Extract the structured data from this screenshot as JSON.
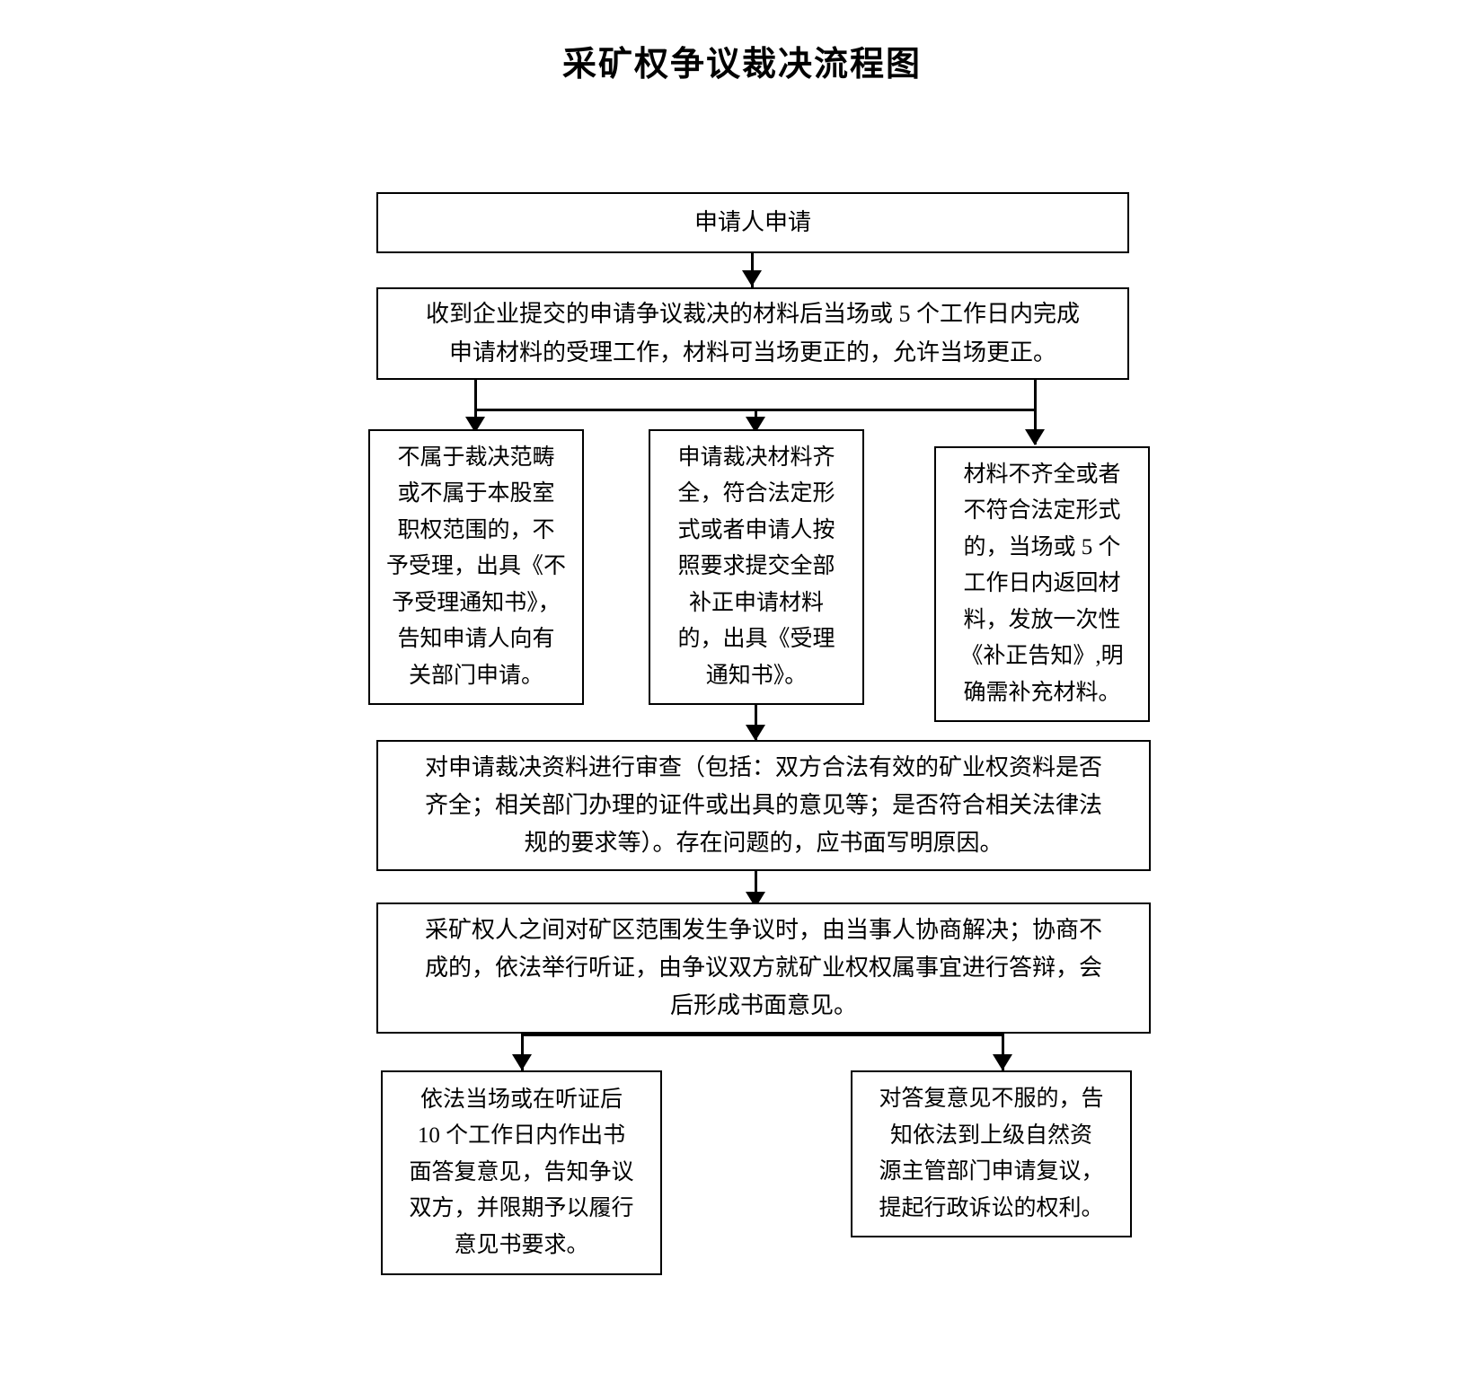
{
  "title": "采矿权争议裁决流程图",
  "nodes": {
    "applicant": "申请人申请",
    "accept": "收到企业提交的申请争议裁决的材料后当场或 5 个工作日内完成\n申请材料的受理工作，材料可当场更正的，允许当场更正。",
    "branch_reject": "不属于裁决范畴\n或不属于本股室\n职权范围的，不\n予受理，出具《不\n予受理通知书》，\n告知申请人向有\n关部门申请。",
    "branch_accept": "申请裁决材料齐\n全，符合法定形\n式或者申请人按\n照要求提交全部\n补正申请材料\n的，出具《受理\n通知书》。",
    "branch_supplement": "材料不齐全或者\n不符合法定形式\n的，当场或 5 个\n工作日内返回材\n料，发放一次性\n《补正告知》,明\n确需补充材料。",
    "review": "对申请裁决资料进行审查（包括：双方合法有效的矿业权资料是否\n齐全；相关部门办理的证件或出具的意见等；是否符合相关法律法\n规的要求等）。存在问题的，应书面写明原因。",
    "hearing": "采矿权人之间对矿区范围发生争议时，由当事人协商解决；协商不\n成的，依法举行听证，由争议双方就矿业权权属事宜进行答辩，会\n后形成书面意见。",
    "written_reply": "依法当场或在听证后\n10 个工作日内作出书\n面答复意见，告知争议\n双方，并限期予以履行\n意见书要求。",
    "appeal": "对答复意见不服的，告\n知依法到上级自然资\n源主管部门申请复议，\n提起行政诉讼的权利。"
  },
  "colors": {
    "stroke": "#000000",
    "background": "#ffffff",
    "text": "#000000"
  }
}
